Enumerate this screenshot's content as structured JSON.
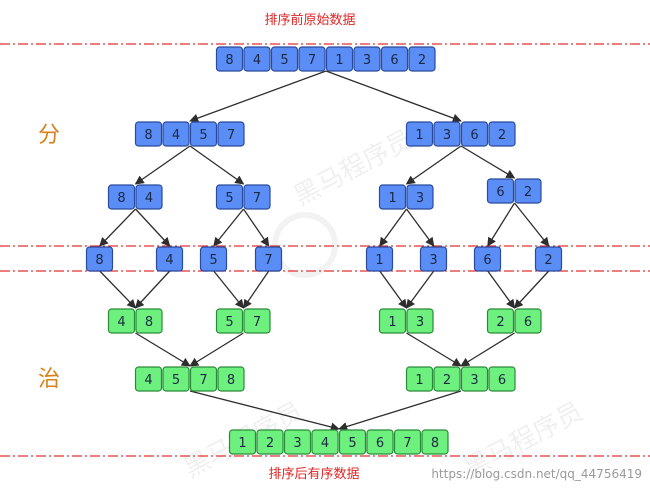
{
  "header_label": "排序前原始数据",
  "footer_label": "排序后有序数据",
  "side_labels": {
    "divide": "分",
    "conquer": "治"
  },
  "watermark": {
    "url": "https://blog.csdn.net/qq_44756419"
  },
  "colors": {
    "divide_fill": "#5b8df7",
    "divide_stroke": "#2a4a9c",
    "merge_fill": "#6ef07e",
    "merge_stroke": "#2a8a3a",
    "dash_line": "#e03030",
    "arrow": "#2e2e2e",
    "side_label": "#d8801e"
  },
  "groups": [
    {
      "id": "g0",
      "kind": "divide",
      "values": [
        "8",
        "4",
        "5",
        "7",
        "1",
        "3",
        "6",
        "2"
      ]
    },
    {
      "id": "g1a",
      "kind": "divide",
      "values": [
        "8",
        "4",
        "5",
        "7"
      ]
    },
    {
      "id": "g1b",
      "kind": "divide",
      "values": [
        "1",
        "3",
        "6",
        "2"
      ]
    },
    {
      "id": "g2a",
      "kind": "divide",
      "values": [
        "8",
        "4"
      ]
    },
    {
      "id": "g2b",
      "kind": "divide",
      "values": [
        "5",
        "7"
      ]
    },
    {
      "id": "g2c",
      "kind": "divide",
      "values": [
        "1",
        "3"
      ]
    },
    {
      "id": "g2d",
      "kind": "divide",
      "values": [
        "6",
        "2"
      ]
    },
    {
      "id": "s1",
      "kind": "divide",
      "values": [
        "8"
      ]
    },
    {
      "id": "s2",
      "kind": "divide",
      "values": [
        "4"
      ]
    },
    {
      "id": "s3",
      "kind": "divide",
      "values": [
        "5"
      ]
    },
    {
      "id": "s4",
      "kind": "divide",
      "values": [
        "7"
      ]
    },
    {
      "id": "s5",
      "kind": "divide",
      "values": [
        "1"
      ]
    },
    {
      "id": "s6",
      "kind": "divide",
      "values": [
        "3"
      ]
    },
    {
      "id": "s7",
      "kind": "divide",
      "values": [
        "6"
      ]
    },
    {
      "id": "s8",
      "kind": "divide",
      "values": [
        "2"
      ]
    },
    {
      "id": "m1a",
      "kind": "merge",
      "values": [
        "4",
        "8"
      ]
    },
    {
      "id": "m1b",
      "kind": "merge",
      "values": [
        "5",
        "7"
      ]
    },
    {
      "id": "m1c",
      "kind": "merge",
      "values": [
        "1",
        "3"
      ]
    },
    {
      "id": "m1d",
      "kind": "merge",
      "values": [
        "2",
        "6"
      ]
    },
    {
      "id": "m2a",
      "kind": "merge",
      "values": [
        "4",
        "5",
        "7",
        "8"
      ]
    },
    {
      "id": "m2b",
      "kind": "merge",
      "values": [
        "1",
        "2",
        "3",
        "6"
      ]
    },
    {
      "id": "final",
      "kind": "merge",
      "values": [
        "1",
        "2",
        "3",
        "4",
        "5",
        "6",
        "7",
        "8"
      ]
    }
  ],
  "edges": [
    [
      "g0",
      "g1a"
    ],
    [
      "g0",
      "g1b"
    ],
    [
      "g1a",
      "g2a"
    ],
    [
      "g1a",
      "g2b"
    ],
    [
      "g1b",
      "g2c"
    ],
    [
      "g1b",
      "g2d"
    ],
    [
      "g2a",
      "s1"
    ],
    [
      "g2a",
      "s2"
    ],
    [
      "g2b",
      "s3"
    ],
    [
      "g2b",
      "s4"
    ],
    [
      "g2c",
      "s5"
    ],
    [
      "g2c",
      "s6"
    ],
    [
      "g2d",
      "s7"
    ],
    [
      "g2d",
      "s8"
    ],
    [
      "s1",
      "m1a"
    ],
    [
      "s2",
      "m1a"
    ],
    [
      "s3",
      "m1b"
    ],
    [
      "s4",
      "m1b"
    ],
    [
      "s5",
      "m1c"
    ],
    [
      "s6",
      "m1c"
    ],
    [
      "s7",
      "m1d"
    ],
    [
      "s8",
      "m1d"
    ],
    [
      "m1a",
      "m2a"
    ],
    [
      "m1b",
      "m2a"
    ],
    [
      "m1c",
      "m2b"
    ],
    [
      "m1d",
      "m2b"
    ],
    [
      "m2a",
      "final"
    ],
    [
      "m2b",
      "final"
    ]
  ]
}
